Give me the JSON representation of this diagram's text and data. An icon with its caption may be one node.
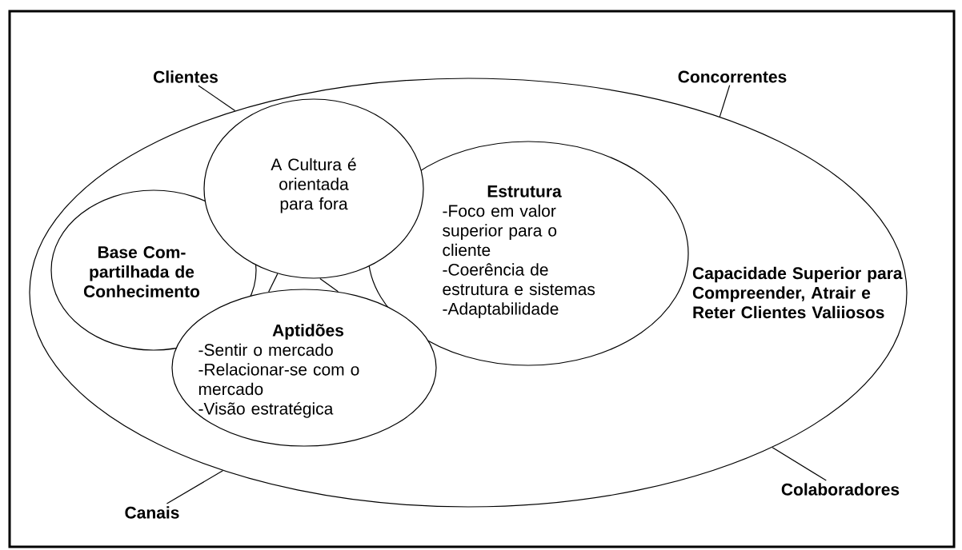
{
  "diagram": {
    "nodes": [
      {
        "text": [
          "Capacidade Superior para Compreender, Atrair e Reter Clientes Valiiosos"
        ]
      },
      {
        "text": [
          "A Cultura é orientada para fora"
        ],
        "in": 0
      },
      {
        "text": [
          "Base Com-partilhada de Conhecimento"
        ],
        "in": 0
      },
      {
        "text": [
          "Estrutura",
          "-Foco em valor superior para o cliente",
          "-Coerência de estrutura e sistemas",
          "-Adaptabilidade"
        ],
        "in": 0
      },
      {
        "text": [
          "Aptidões",
          "-Sentir o mercado",
          "-Relacionar-se com o mercado",
          "-Visão estratégica"
        ],
        "in": 0
      },
      {
        "text": [
          "Clientes"
        ]
      },
      {
        "text": [
          "Concorrentes"
        ]
      },
      {
        "text": [
          "Canais"
        ]
      },
      {
        "text": [
          "Colaboradores"
        ]
      }
    ],
    "edges": [
      {
        "from": 1,
        "to": 4,
        "arrow": "none"
      },
      {
        "from": 1,
        "to": 4,
        "arrow": "none"
      },
      {
        "from": 5,
        "to": 0,
        "arrow": "none"
      },
      {
        "from": 6,
        "to": 0,
        "arrow": "none"
      },
      {
        "from": 7,
        "to": 0,
        "arrow": "none"
      },
      {
        "from": 8,
        "to": 0,
        "arrow": "none"
      }
    ]
  }
}
